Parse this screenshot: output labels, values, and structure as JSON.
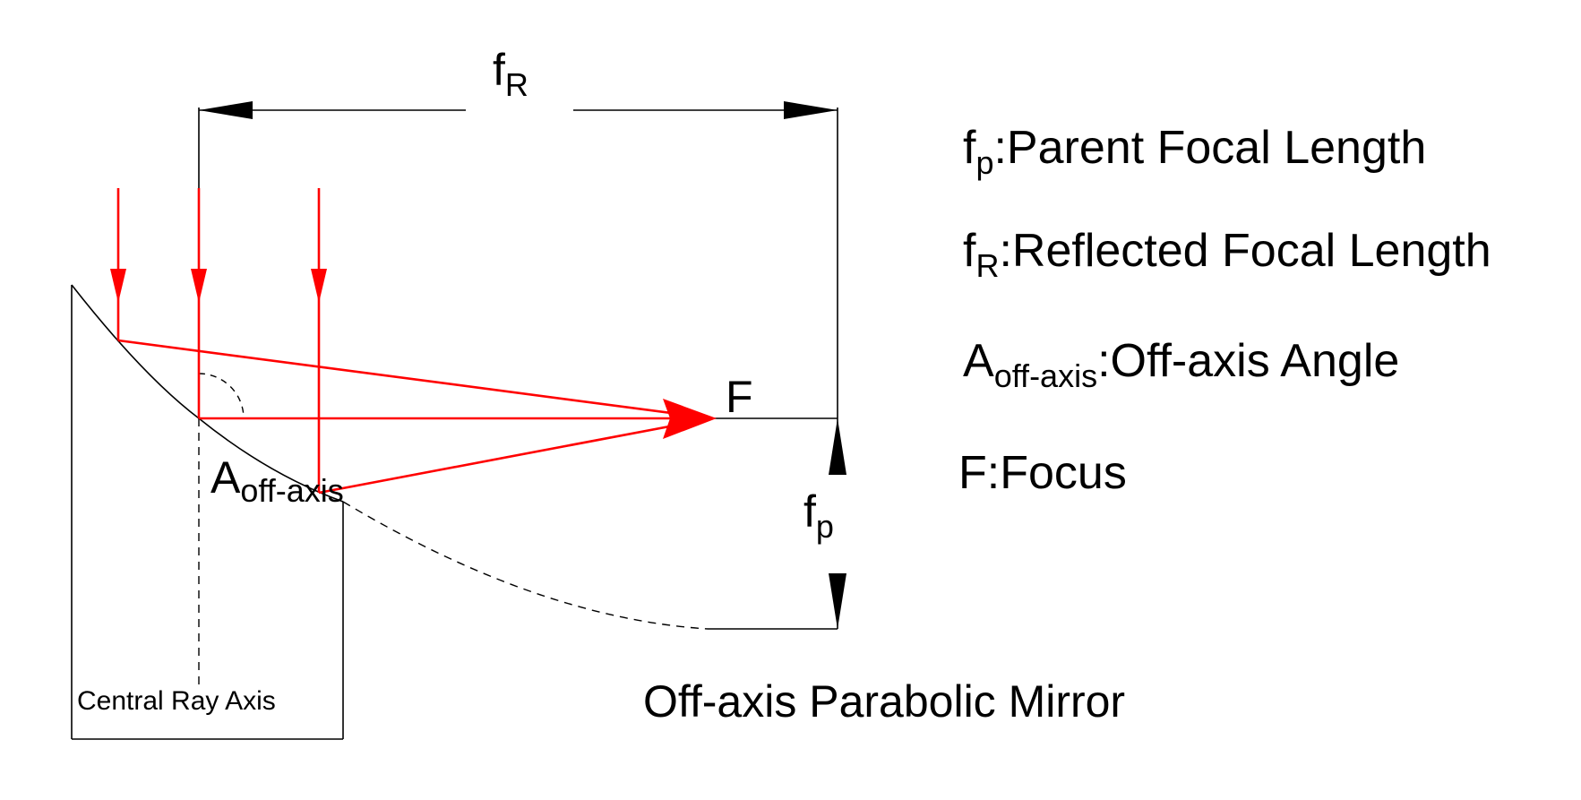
{
  "colors": {
    "ray": "#ff0000",
    "line": "#000000",
    "background": "#ffffff"
  },
  "diagram": {
    "dimension_top": {
      "base": "f",
      "sub": "R"
    },
    "dimension_right": {
      "base": "f",
      "sub": "p"
    },
    "focus_label": "F",
    "angle_label": {
      "base": "A",
      "sub": "off-axis"
    },
    "axis_label": "Central Ray Axis",
    "title": "Off-axis Parabolic Mirror"
  },
  "legend": [
    {
      "base": "f",
      "sub": "p",
      "text": ":Parent Focal Length"
    },
    {
      "base": "f",
      "sub": "R",
      "text": ":Reflected Focal Length"
    },
    {
      "base": "A",
      "sub": "off-axis",
      "text": ":Off-axis Angle"
    },
    {
      "base": "F",
      "sub": "",
      "text": ":Focus"
    }
  ]
}
